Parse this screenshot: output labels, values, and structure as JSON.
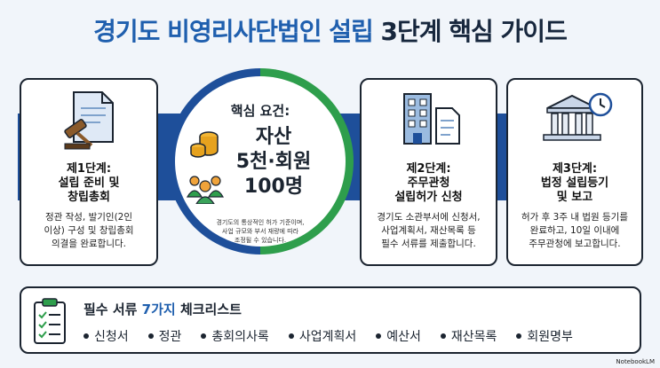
{
  "title": {
    "part1": "경기도 비영리사단법인 설립",
    "part2": "3단계 핵심 가이드"
  },
  "step1": {
    "title_line1": "제1단계:",
    "title_line2": "설립 준비 및",
    "title_line3": "창립총회",
    "desc_line1": "정관 작성, 발기인(2인",
    "desc_line2": "이상) 구성 및 창립총회",
    "desc_line3": "의결을 완료합니다."
  },
  "center": {
    "heading": "핵심 요건:",
    "big_line1": "자산",
    "big_line2": "5천·회원",
    "big_line3": "100명",
    "note_line1": "경기도의 통상적인 허가 기준이며,",
    "note_line2": "사업 규모와 부서 재량에 따라",
    "note_line3": "조정될 수 있습니다."
  },
  "step2": {
    "title_line1": "제2단계:",
    "title_line2": "주무관청",
    "title_line3": "설립허가 신청",
    "desc_line1": "경기도 소관부서에 신청서,",
    "desc_line2": "사업계획서, 재산목록 등",
    "desc_line3": "필수 서류를 제출합니다."
  },
  "step3": {
    "title_line1": "제3단계:",
    "title_line2": "법정 설립등기",
    "title_line3": "및 보고",
    "desc_line1": "허가 후 3주 내 법원 등기를",
    "desc_line2": "완료하고, 10일 이내에",
    "desc_line3": "주무관청에 보고합니다."
  },
  "checklist": {
    "title_pre": "필수 서류",
    "title_hl": "7가지",
    "title_post": "체크리스트",
    "items": [
      "신청서",
      "정관",
      "총회의사록",
      "사업계획서",
      "예산서",
      "재산목록",
      "회원명부"
    ]
  },
  "brand": "NotebookLM",
  "colors": {
    "blue": "#1e4f9a",
    "green": "#2e9e4c",
    "accent": "#1f5fae"
  },
  "icons": [
    "document-gavel-icon",
    "coins-icon",
    "people-icon",
    "buildings-document-icon",
    "court-clock-icon",
    "clipboard-check-icon"
  ]
}
